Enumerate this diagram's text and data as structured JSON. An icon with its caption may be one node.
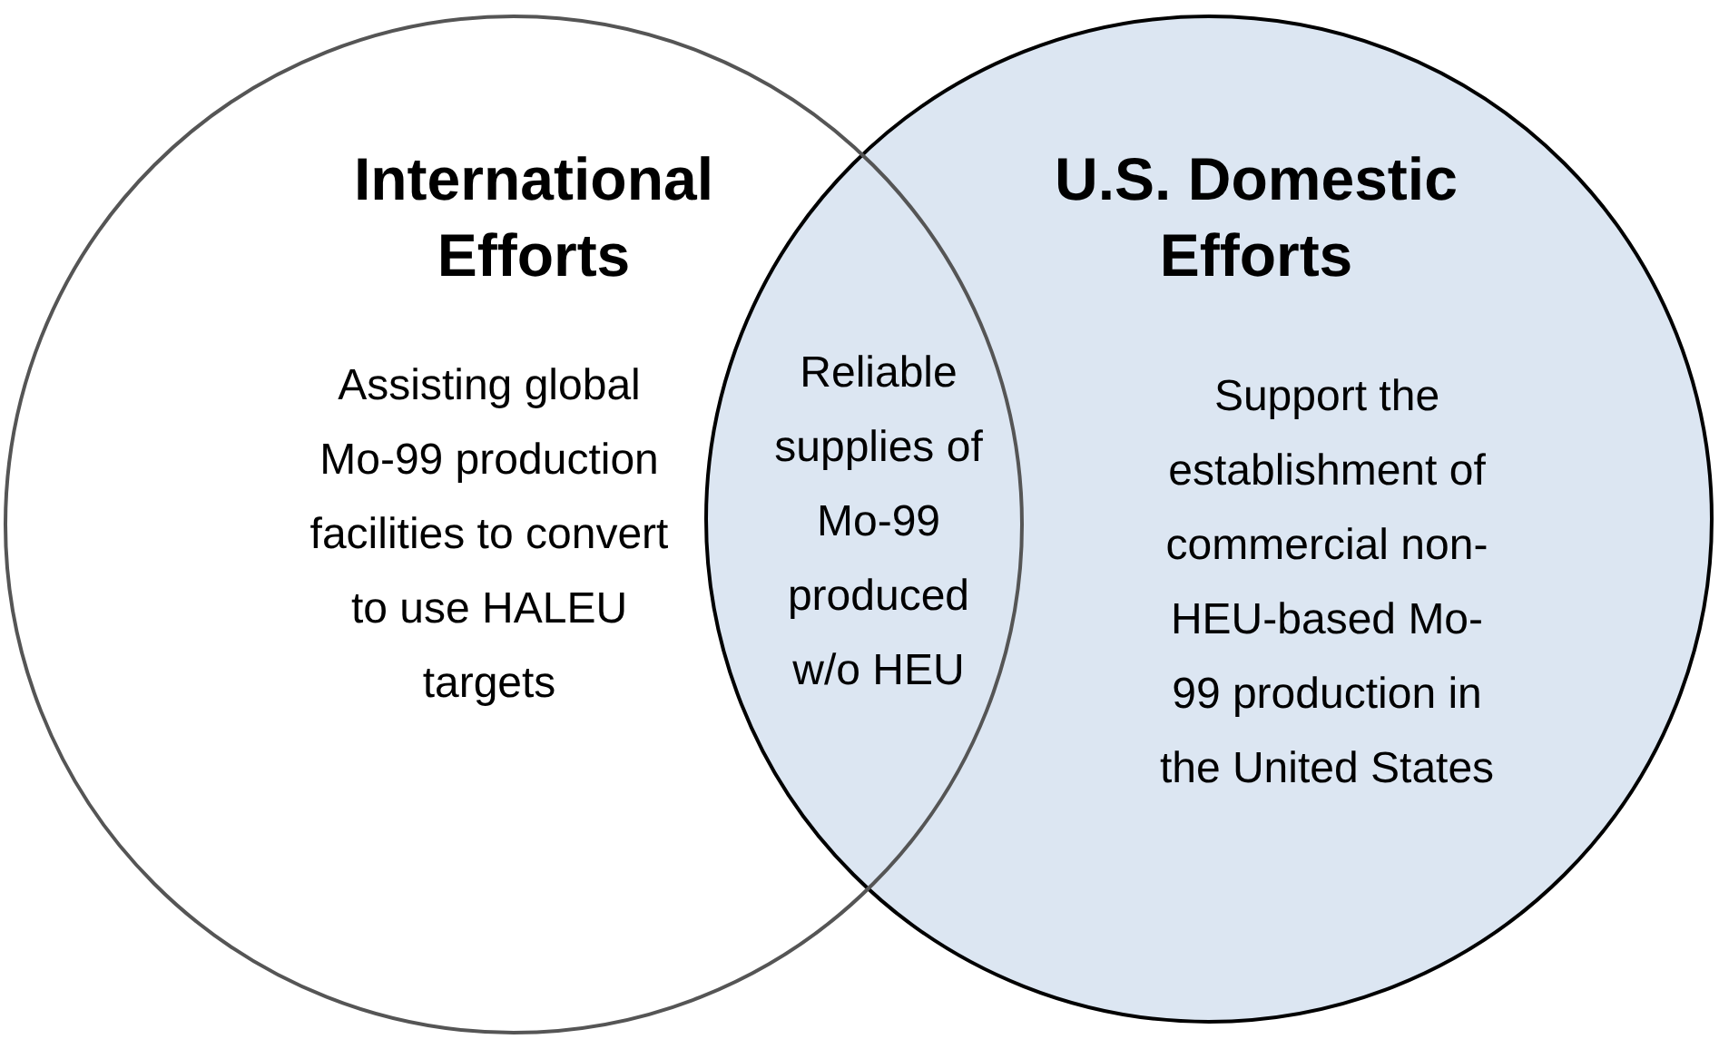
{
  "diagram": {
    "nodes": [
      {
        "text": [
          "International Efforts",
          "Assisting global Mo-99 production facilities to convert to use HALEU targets"
        ]
      },
      {
        "text": [
          "U.S. Domestic Efforts",
          "Support the establishment of commercial non-HEU-based Mo-99 production in the United States"
        ]
      },
      {
        "text": [
          "Reliable supplies of Mo-99 produced w/o HEU"
        ]
      }
    ]
  }
}
